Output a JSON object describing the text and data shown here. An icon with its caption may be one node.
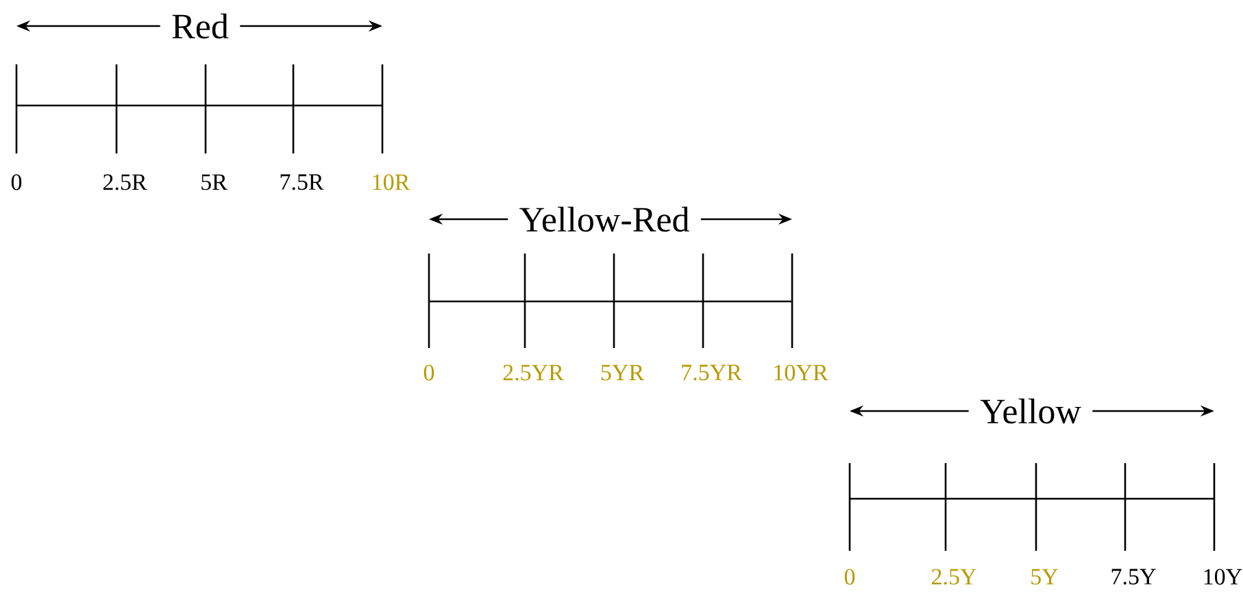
{
  "diagram": {
    "labels": [
      "Red",
      "0",
      "2.5R",
      "5R",
      "7.5R",
      "10R",
      "Yellow-Red",
      "0",
      "2.5YR",
      "5YR",
      "7.5YR",
      "10YR",
      "Yellow",
      "0",
      "2.5Y",
      "5Y",
      "7.5Y",
      "10Y"
    ]
  }
}
